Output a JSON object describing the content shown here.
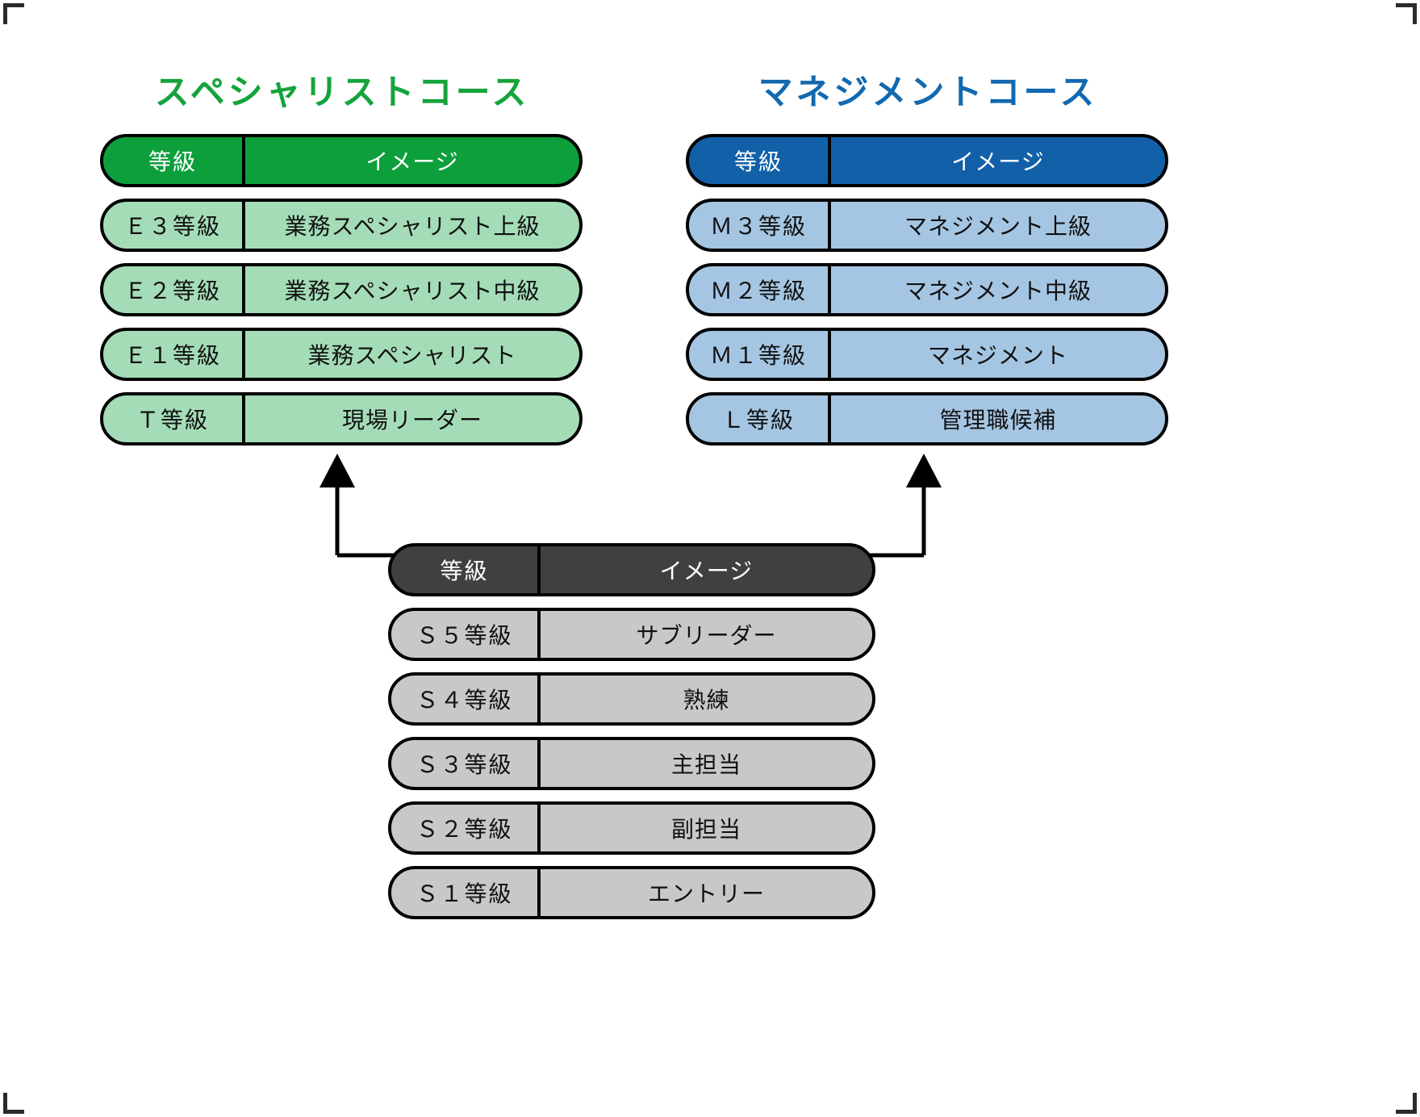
{
  "columns": {
    "specialist": {
      "title": "スペシャリストコース",
      "accent": "#15A33C",
      "header_bg": "#0C9F3C",
      "row_bg": "#A4DCB7",
      "header": {
        "grade": "等級",
        "image": "イメージ"
      },
      "rows": [
        {
          "grade": "Ｅ３等級",
          "image": "業務スペシャリスト上級"
        },
        {
          "grade": "Ｅ２等級",
          "image": "業務スペシャリスト中級"
        },
        {
          "grade": "Ｅ１等級",
          "image": "業務スペシャリスト"
        },
        {
          "grade": "Ｔ等級",
          "image": "現場リーダー"
        }
      ]
    },
    "management": {
      "title": "マネジメントコース",
      "accent": "#1169B0",
      "header_bg": "#1160A8",
      "row_bg": "#A5C6E3",
      "header": {
        "grade": "等級",
        "image": "イメージ"
      },
      "rows": [
        {
          "grade": "Ｍ３等級",
          "image": "マネジメント上級"
        },
        {
          "grade": "Ｍ２等級",
          "image": "マネジメント中級"
        },
        {
          "grade": "Ｍ１等級",
          "image": "マネジメント"
        },
        {
          "grade": "Ｌ等級",
          "image": "管理職候補"
        }
      ]
    },
    "base": {
      "title": "",
      "header_bg": "#404040",
      "row_bg": "#C8C8C8",
      "header": {
        "grade": "等級",
        "image": "イメージ"
      },
      "rows": [
        {
          "grade": "Ｓ５等級",
          "image": "サブリーダー"
        },
        {
          "grade": "Ｓ４等級",
          "image": "熟練"
        },
        {
          "grade": "Ｓ３等級",
          "image": "主担当"
        },
        {
          "grade": "Ｓ２等級",
          "image": "副担当"
        },
        {
          "grade": "Ｓ１等級",
          "image": "エントリー"
        }
      ]
    }
  },
  "connectors": {
    "line_color": "#000000",
    "arrows": [
      "base-to-specialist",
      "base-to-management"
    ]
  }
}
